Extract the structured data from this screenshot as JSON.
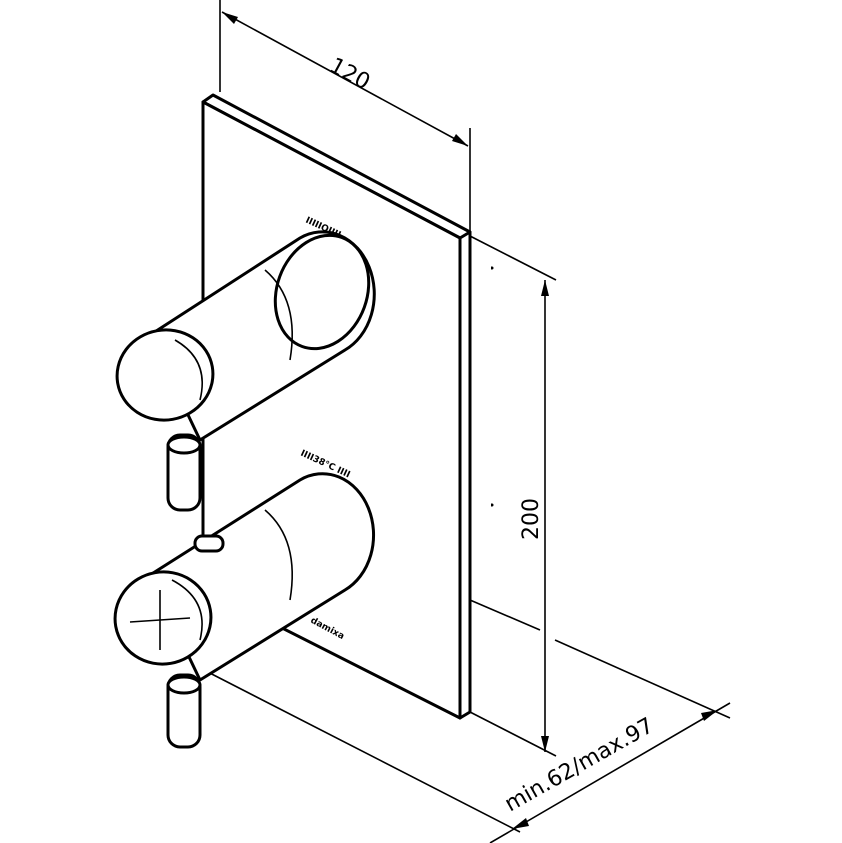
{
  "dimensions": {
    "width": "120",
    "height": "200",
    "depth": "min.62/max.97"
  },
  "markings": {
    "upper_dial": "IIIIIOIIII",
    "lower_dial": "IIII38°C IIII",
    "brand": "damixa"
  }
}
